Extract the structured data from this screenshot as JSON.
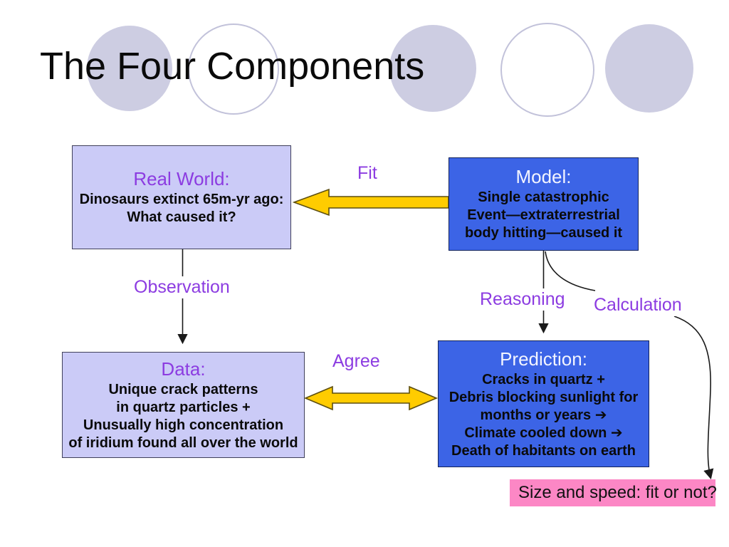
{
  "slide": {
    "title": "The Four Components",
    "labels": {
      "fit": "Fit",
      "observation": "Observation",
      "reasoning": "Reasoning",
      "calculation": "Calculation",
      "agree": "Agree"
    },
    "boxes": {
      "real_world": {
        "heading": "Real World:",
        "body": "Dinosaurs extinct 65m-yr ago:\nWhat caused it?"
      },
      "model": {
        "heading": "Model:",
        "body": "Single catastrophic\nEvent—extraterrestrial\nbody hitting—caused it"
      },
      "data": {
        "heading": "Data:",
        "body": "Unique crack patterns\nin quartz particles +\nUnusually high concentration\nof iridium found all over the world"
      },
      "prediction": {
        "heading": "Prediction:",
        "body": "Cracks in quartz +\nDebris blocking sunlight for\nmonths or years ➔\nClimate cooled down ➔\nDeath of habitants on earth"
      }
    },
    "note": "Size and speed: fit or not?",
    "colors": {
      "box_lavender": "#cbcbf7",
      "box_blue": "#3c64e6",
      "arrow_yellow": "#ffcc00",
      "label_purple": "#8c3ce1",
      "note_pink": "#fc87c5",
      "circle_fill": "#cdcde2",
      "circle_outline": "#c2c2da",
      "connector_black": "#1a1a1a"
    }
  }
}
